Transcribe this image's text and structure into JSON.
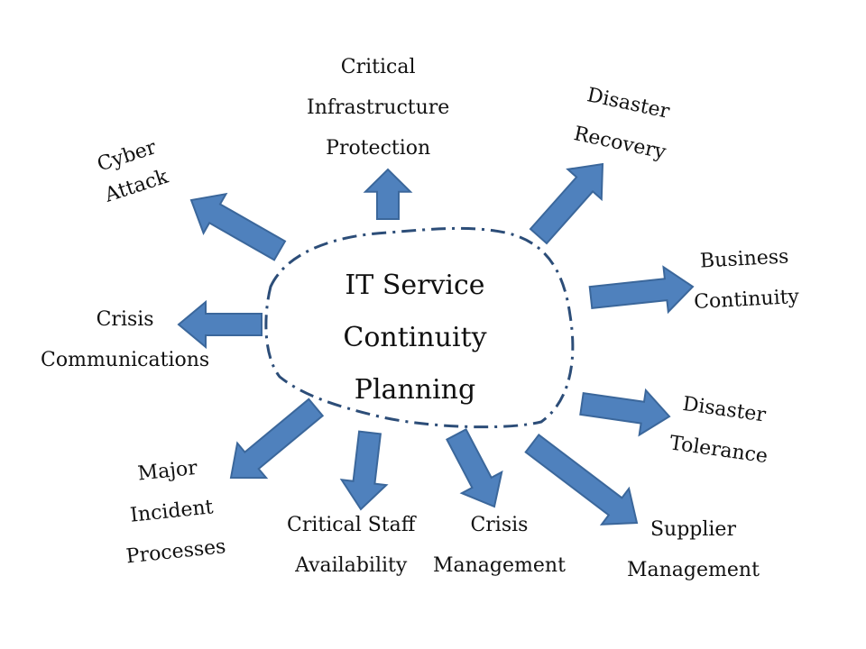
{
  "colors": {
    "arrow_fill": "#4f81bd",
    "arrow_stroke": "#3b679b",
    "outline": "#2c4d78"
  },
  "center": {
    "lines": [
      "IT Service",
      "Continuity",
      "Planning"
    ]
  },
  "items": [
    {
      "lines": [
        "Cyber",
        "Attack"
      ]
    },
    {
      "lines": [
        "Critical",
        "Infrastructure",
        "Protection"
      ]
    },
    {
      "lines": [
        "Disaster",
        "Recovery"
      ]
    },
    {
      "lines": [
        "Business",
        "Continuity"
      ]
    },
    {
      "lines": [
        "Disaster",
        "Tolerance"
      ]
    },
    {
      "lines": [
        "Supplier",
        "Management"
      ]
    },
    {
      "lines": [
        "Crisis",
        "Management"
      ]
    },
    {
      "lines": [
        "Critical Staff",
        "Availability"
      ]
    },
    {
      "lines": [
        "Major",
        "Incident",
        "Processes"
      ]
    },
    {
      "lines": [
        "Crisis",
        "Communications"
      ]
    }
  ]
}
